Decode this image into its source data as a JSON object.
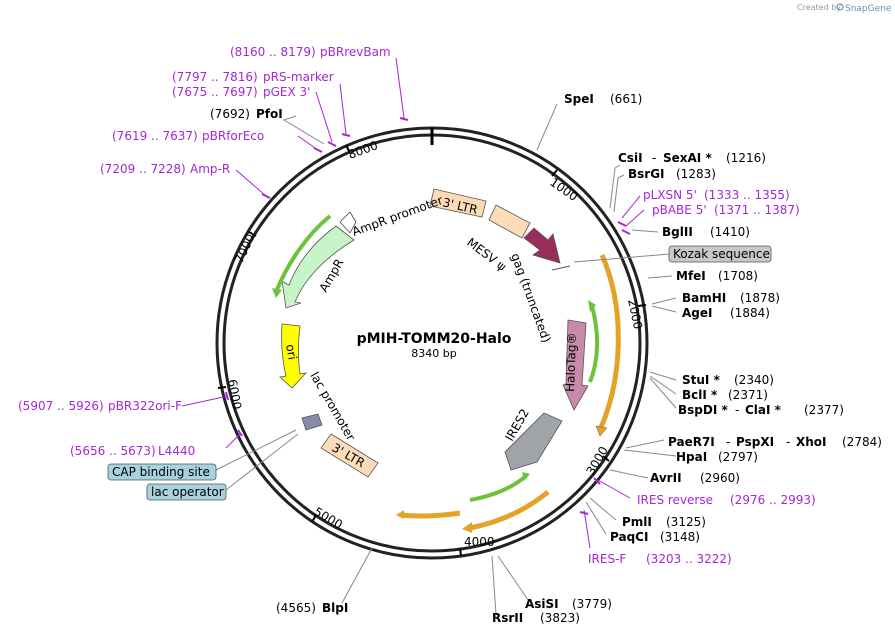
{
  "credit": {
    "prefix": "Created by",
    "brand": "SnapGene"
  },
  "plasmid": {
    "name": "pMIH-TOMM20-Halo",
    "length": "8340 bp"
  },
  "ticks": [
    "1000",
    "2000",
    "3000",
    "4000",
    "5000",
    "6000",
    "7000",
    "8000"
  ],
  "enzymes": [
    {
      "name": "SpeI",
      "pos": "(661)"
    },
    {
      "name": "CsiI",
      "pos": ""
    },
    {
      "name": "SexAI *",
      "pos": "(1216)"
    },
    {
      "name": "BsrGI",
      "pos": "(1283)"
    },
    {
      "name": "BglII",
      "pos": "(1410)"
    },
    {
      "name": "MfeI",
      "pos": "(1708)"
    },
    {
      "name": "BamHI",
      "pos": "(1878)"
    },
    {
      "name": "AgeI",
      "pos": "(1884)"
    },
    {
      "name": "StuI *",
      "pos": "(2340)"
    },
    {
      "name": "BclI *",
      "pos": "(2371)"
    },
    {
      "name": "BspDI *",
      "pos": ""
    },
    {
      "name": "ClaI *",
      "pos": "(2377)"
    },
    {
      "name": "PaeR7I",
      "pos": ""
    },
    {
      "name": "PspXI",
      "pos": ""
    },
    {
      "name": "XhoI",
      "pos": "(2784)"
    },
    {
      "name": "HpaI",
      "pos": "(2797)"
    },
    {
      "name": "AvrII",
      "pos": "(2960)"
    },
    {
      "name": "PmlI",
      "pos": "(3125)"
    },
    {
      "name": "PaqCI",
      "pos": "(3148)"
    },
    {
      "name": "AsiSI",
      "pos": "(3779)"
    },
    {
      "name": "RsrII",
      "pos": "(3823)"
    },
    {
      "name": "BlpI",
      "pos": "(4565)"
    },
    {
      "name": "PfoI",
      "pos": "(7692)"
    }
  ],
  "primers": [
    {
      "name": "pBRrevBam",
      "range": "(8160 .. 8179)"
    },
    {
      "name": "pRS-marker",
      "range": "(7797 .. 7816)"
    },
    {
      "name": "pGEX 3'",
      "range": "(7675 .. 7697)"
    },
    {
      "name": "pBRforEco",
      "range": "(7619 .. 7637)"
    },
    {
      "name": "Amp-R",
      "range": "(7209 .. 7228)"
    },
    {
      "name": "pLXSN 5'",
      "range": "(1333 .. 1355)"
    },
    {
      "name": "pBABE 5'",
      "range": "(1371 .. 1387)"
    },
    {
      "name": "IRES reverse",
      "range": "(2976 .. 2993)"
    },
    {
      "name": "IRES-F",
      "range": "(3203 .. 3222)"
    },
    {
      "name": "pBR322ori-F",
      "range": "(5907 .. 5926)"
    },
    {
      "name": "L4440",
      "range": "(5656 .. 5673)"
    }
  ],
  "boxed_features": {
    "kozak": "Kozak sequence",
    "cap": "CAP binding site",
    "lacop": "lac operator"
  },
  "features": {
    "ltr_top": "3' LTR",
    "mesv": "MESV ψ",
    "gag": "gag (truncated)",
    "halotag": "HaloTag®",
    "ires2": "IRES2",
    "ampr_promoter": "AmpR promoter",
    "ampr": "AmpR",
    "ori": "ori",
    "lac_promoter": "lac promoter",
    "ltr_bottom": "3' LTR"
  },
  "colors": {
    "backbone": "#222222",
    "enzyme_line": "#888888",
    "primer": "#a526d6",
    "ltr": "#fcdcb8",
    "gag": "#9a2d5a",
    "halotag": "#c98aa8",
    "ires": "#a0a4a8",
    "ampr": "#c8f5c8",
    "ori": "#ffff00",
    "orf_orange": "#e3a328",
    "orf_green": "#6cc23a",
    "box_grey": "#c8c8c8",
    "box_blue": "#a7d3dc"
  }
}
